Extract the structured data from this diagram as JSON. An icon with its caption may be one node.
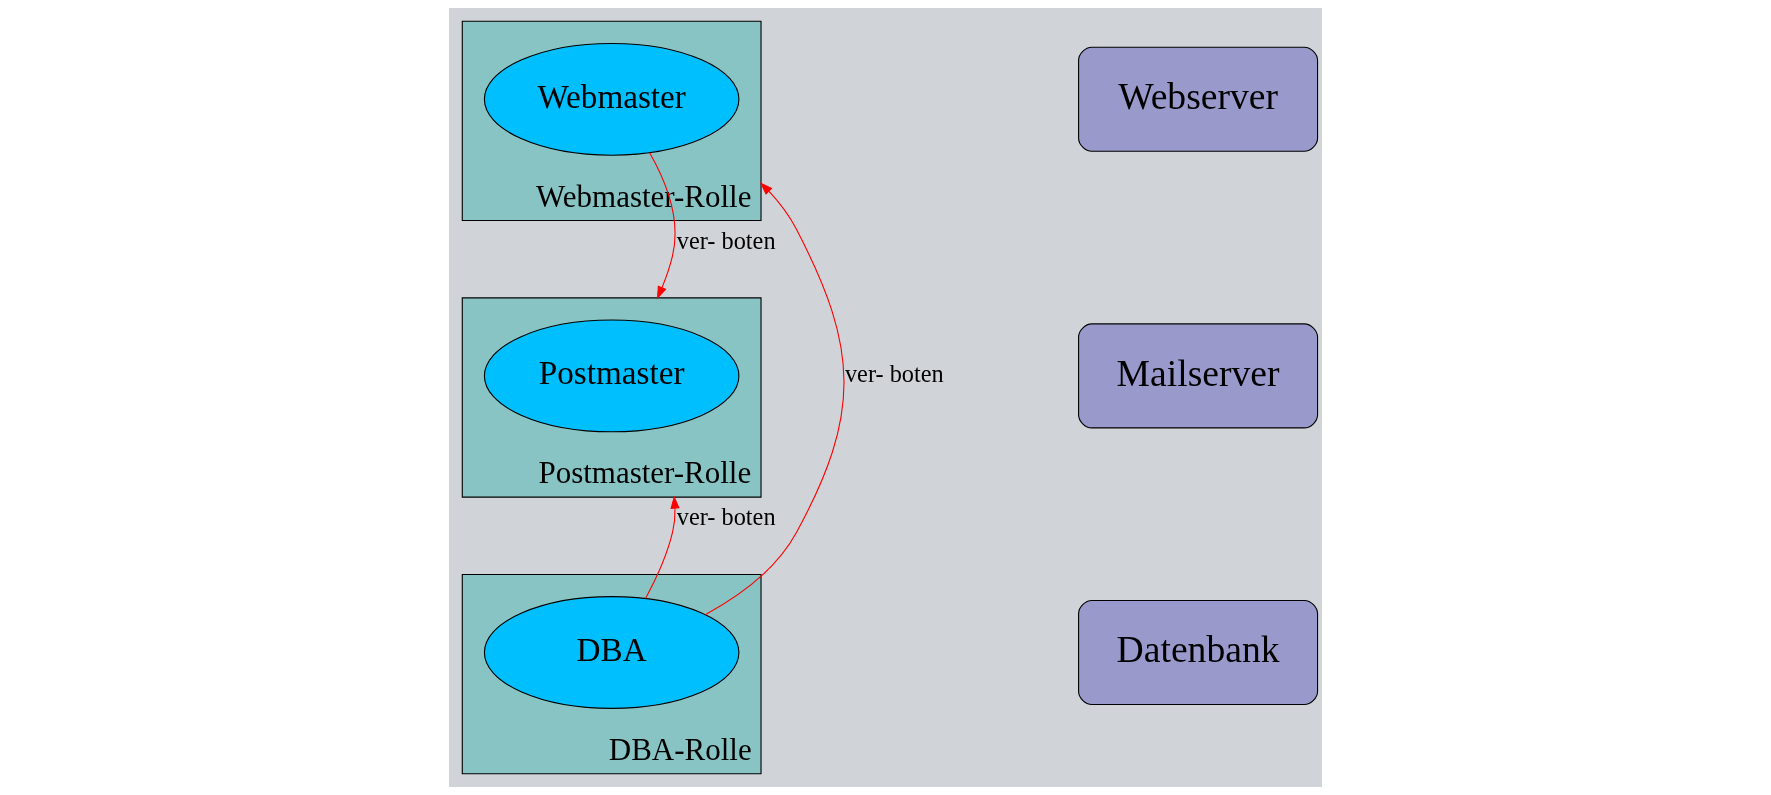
{
  "diagram": {
    "nodes": [
      {
        "text": [
          "Webmaster-Rolle"
        ]
      },
      {
        "text": [
          "Webmaster"
        ],
        "in": 0
      },
      {
        "text": [
          "Postmaster-Rolle"
        ]
      },
      {
        "text": [
          "Postmaster"
        ],
        "in": 2
      },
      {
        "text": [
          "DBA-Rolle"
        ]
      },
      {
        "text": [
          "DBA"
        ],
        "in": 4
      },
      {
        "text": [
          "Webserver"
        ]
      },
      {
        "text": [
          "Mailserver"
        ]
      },
      {
        "text": [
          "Datenbank"
        ]
      }
    ],
    "edges": [
      {
        "from": 1,
        "to": 2,
        "arrow": "to",
        "label": "ver- boten"
      },
      {
        "from": 5,
        "to": 0,
        "arrow": "to",
        "label": "ver- boten"
      },
      {
        "from": 5,
        "to": 2,
        "arrow": "to",
        "label": "ver- boten"
      }
    ]
  }
}
